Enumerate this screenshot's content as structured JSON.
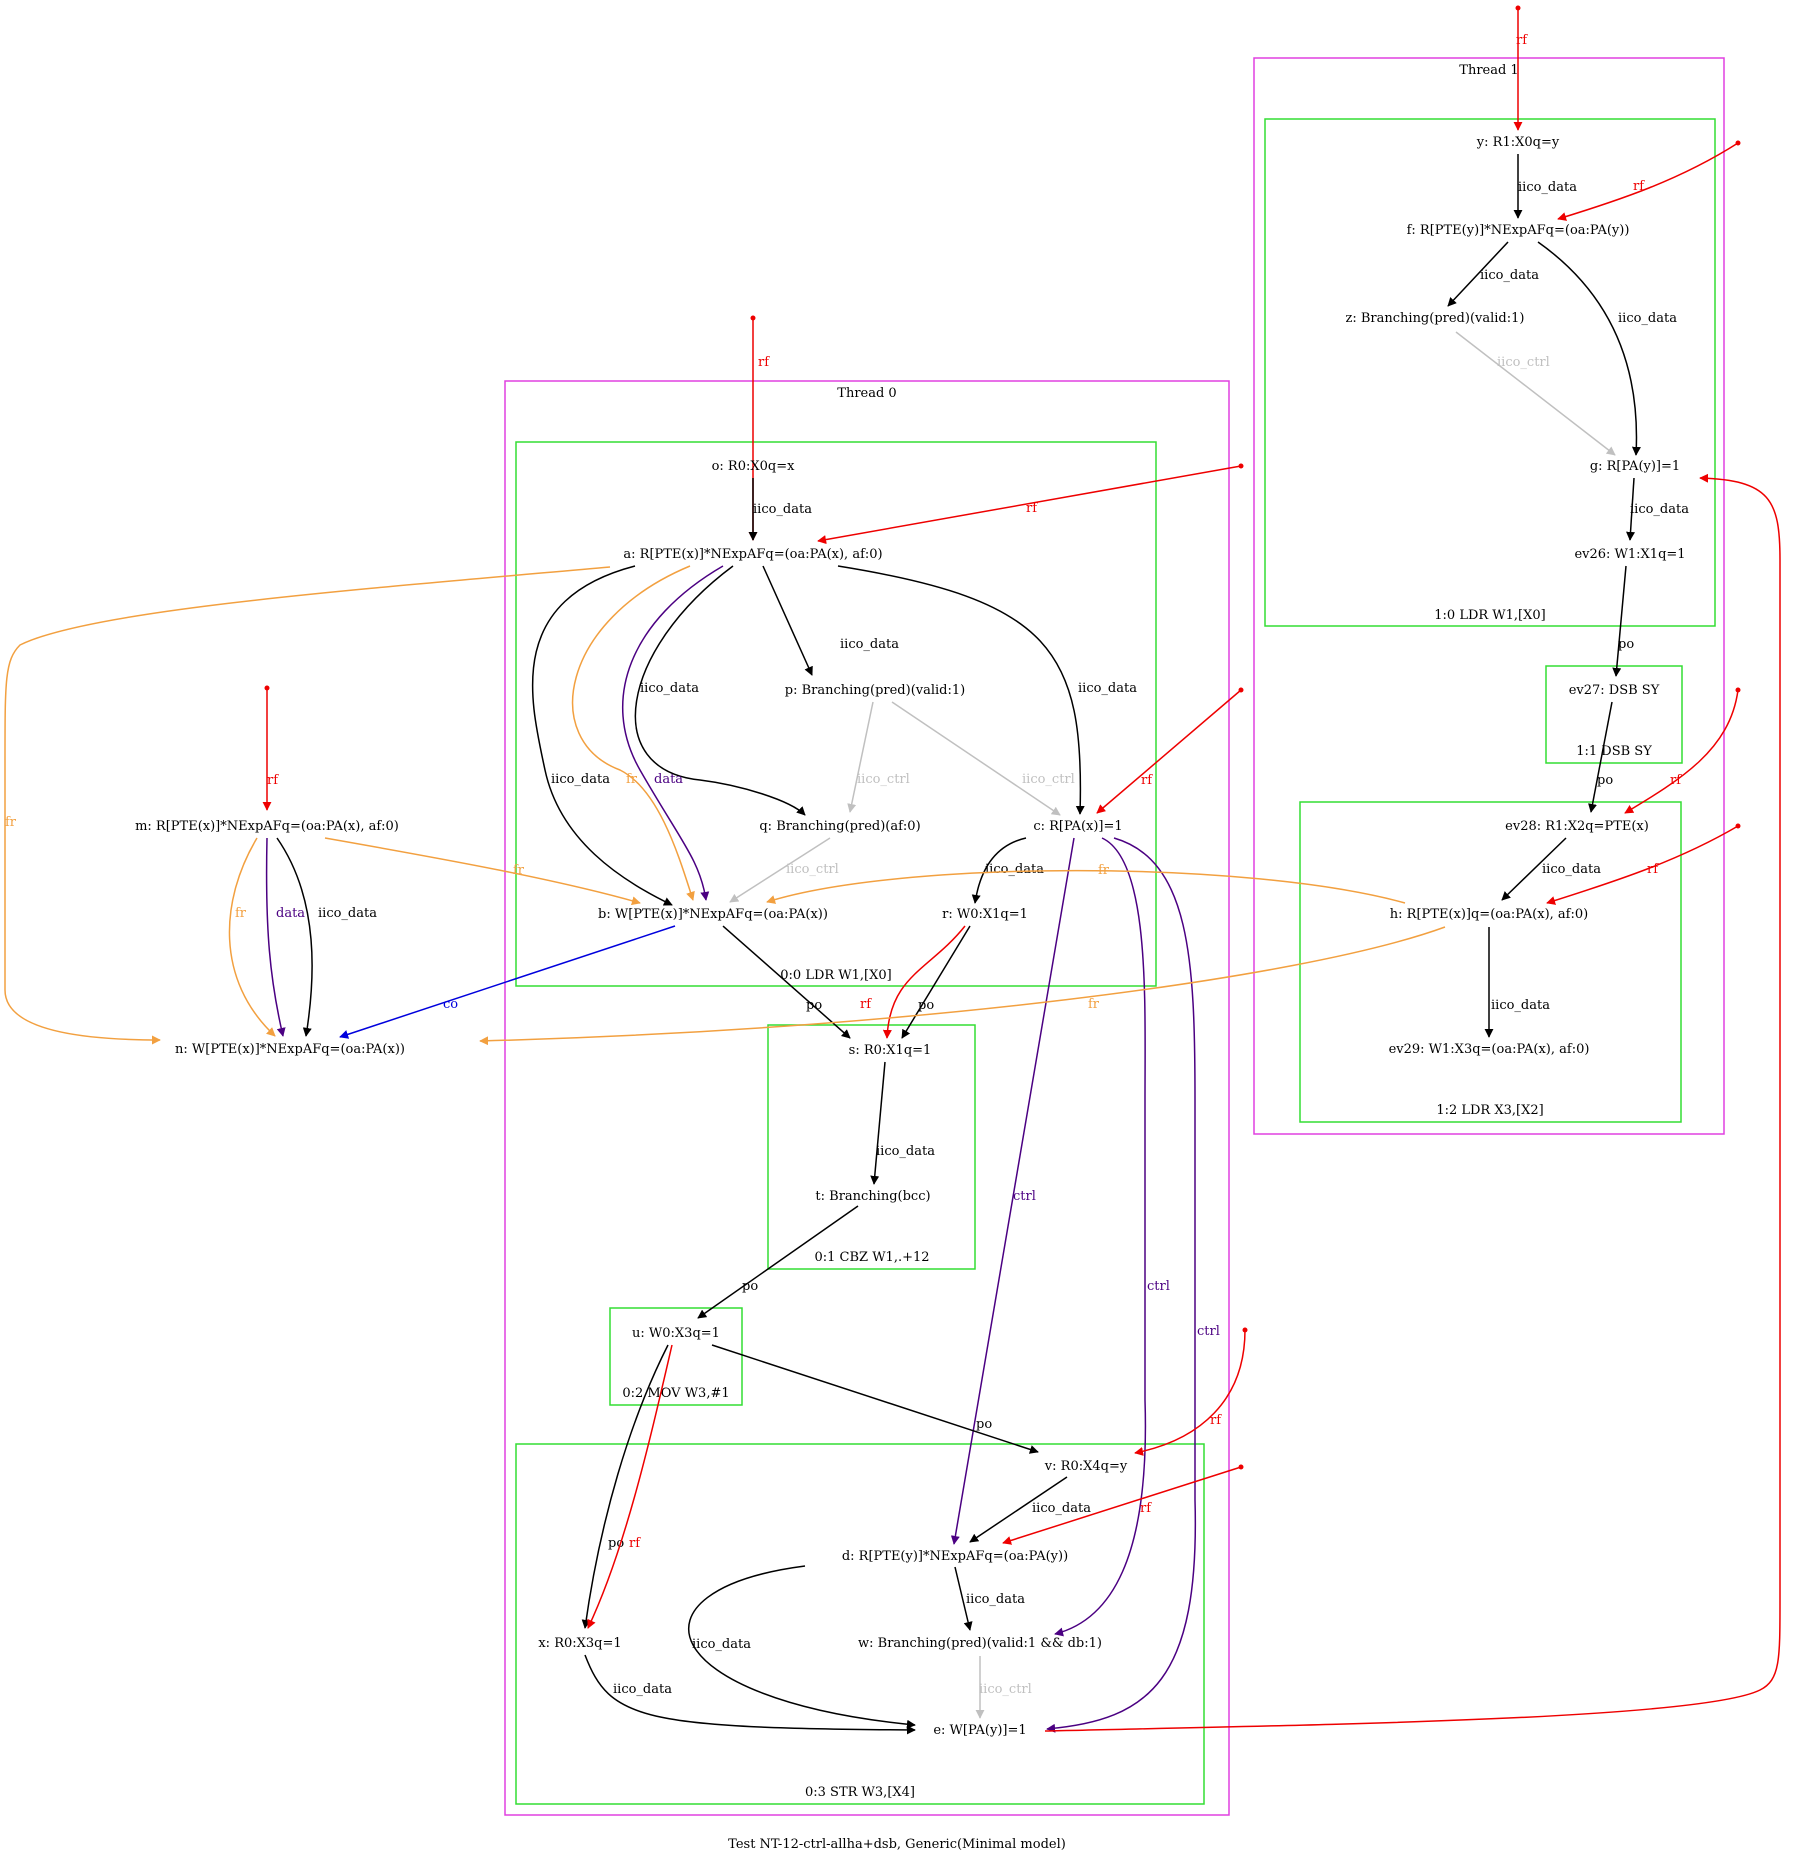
{
  "caption": "Test NT-12-ctrl-allha+dsb, Generic(Minimal model)",
  "colors": {
    "thread_cluster": "#e040e0",
    "instr_cluster": "#33dd33",
    "iico_data": "#000000",
    "po": "#000000",
    "iico_ctrl": "#c0c0c0",
    "rf": "#ee0000",
    "fr": "#f2a040",
    "co": "#0000dd",
    "data": "#4b0082",
    "ctrl": "#4b0082"
  },
  "clusters": [
    {
      "id": "T0",
      "kind": "thread",
      "label": "Thread 0"
    },
    {
      "id": "T1",
      "kind": "thread",
      "label": "Thread 1"
    },
    {
      "id": "I00",
      "kind": "instr",
      "label": "0:0 LDR W1,[X0]"
    },
    {
      "id": "I01",
      "kind": "instr",
      "label": "0:1 CBZ W1,.+12"
    },
    {
      "id": "I02",
      "kind": "instr",
      "label": "0:2 MOV W3,#1"
    },
    {
      "id": "I03",
      "kind": "instr",
      "label": "0:3 STR W3,[X4]"
    },
    {
      "id": "I10",
      "kind": "instr",
      "label": "1:0 LDR W1,[X0]"
    },
    {
      "id": "I11",
      "kind": "instr",
      "label": "1:1 DSB SY"
    },
    {
      "id": "I12",
      "kind": "instr",
      "label": "1:2 LDR X3,[X2]"
    }
  ],
  "nodes": [
    {
      "id": "o",
      "label": "o: R0:X0q=x"
    },
    {
      "id": "a",
      "label": "a: R[PTE(x)]*NExpAFq=(oa:PA(x), af:0)"
    },
    {
      "id": "p",
      "label": "p: Branching(pred)(valid:1)"
    },
    {
      "id": "q",
      "label": "q: Branching(pred)(af:0)"
    },
    {
      "id": "c",
      "label": "c: R[PA(x)]=1"
    },
    {
      "id": "b",
      "label": "b: W[PTE(x)]*NExpAFq=(oa:PA(x))"
    },
    {
      "id": "r",
      "label": "r: W0:X1q=1"
    },
    {
      "id": "m",
      "label": "m: R[PTE(x)]*NExpAFq=(oa:PA(x), af:0)"
    },
    {
      "id": "n",
      "label": "n: W[PTE(x)]*NExpAFq=(oa:PA(x))"
    },
    {
      "id": "s",
      "label": "s: R0:X1q=1"
    },
    {
      "id": "t",
      "label": "t: Branching(bcc)"
    },
    {
      "id": "u",
      "label": "u: W0:X3q=1"
    },
    {
      "id": "v",
      "label": "v: R0:X4q=y"
    },
    {
      "id": "d",
      "label": "d: R[PTE(y)]*NExpAFq=(oa:PA(y))"
    },
    {
      "id": "x",
      "label": "x: R0:X3q=1"
    },
    {
      "id": "w",
      "label": "w: Branching(pred)(valid:1 && db:1)"
    },
    {
      "id": "e",
      "label": "e: W[PA(y)]=1"
    },
    {
      "id": "y",
      "label": "y: R1:X0q=y"
    },
    {
      "id": "f",
      "label": "f: R[PTE(y)]*NExpAFq=(oa:PA(y))"
    },
    {
      "id": "z",
      "label": "z: Branching(pred)(valid:1)"
    },
    {
      "id": "g",
      "label": "g: R[PA(y)]=1"
    },
    {
      "id": "ev26",
      "label": "ev26: W1:X1q=1"
    },
    {
      "id": "ev27",
      "label": "ev27: DSB SY"
    },
    {
      "id": "ev28",
      "label": "ev28: R1:X2q=PTE(x)"
    },
    {
      "id": "h",
      "label": "h: R[PTE(x)]q=(oa:PA(x), af:0)"
    },
    {
      "id": "ev29",
      "label": "ev29: W1:X3q=(oa:PA(x), af:0)"
    }
  ],
  "edges": [
    {
      "id": "e1",
      "type": "rf",
      "label": "rf"
    },
    {
      "id": "e2",
      "type": "iico_data",
      "label": "iico_data"
    },
    {
      "id": "e3",
      "type": "rf",
      "label": "rf"
    },
    {
      "id": "e4",
      "type": "iico_data",
      "label": "iico_data"
    },
    {
      "id": "e5",
      "type": "iico_data",
      "label": "iico_data"
    },
    {
      "id": "e6",
      "type": "iico_data",
      "label": "iico_data"
    },
    {
      "id": "e7",
      "type": "fr",
      "label": "fr"
    },
    {
      "id": "e8",
      "type": "data",
      "label": "data"
    },
    {
      "id": "e9",
      "type": "iico_data",
      "label": "iico_data"
    },
    {
      "id": "e10",
      "type": "fr",
      "label": "fr"
    },
    {
      "id": "e11",
      "type": "iico_ctrl",
      "label": "iico_ctrl"
    },
    {
      "id": "e12",
      "type": "iico_ctrl",
      "label": "iico_ctrl"
    },
    {
      "id": "e13",
      "type": "iico_ctrl",
      "label": "iico_ctrl"
    },
    {
      "id": "e14",
      "type": "rf",
      "label": "rf"
    },
    {
      "id": "e15",
      "type": "iico_data",
      "label": "iico_data"
    },
    {
      "id": "e16",
      "type": "ctrl",
      "label": "ctrl"
    },
    {
      "id": "e17",
      "type": "ctrl",
      "label": "ctrl"
    },
    {
      "id": "e18",
      "type": "ctrl",
      "label": "ctrl"
    },
    {
      "id": "e19",
      "type": "rf",
      "label": "rf"
    },
    {
      "id": "e20",
      "type": "fr",
      "label": "fr"
    },
    {
      "id": "e21",
      "type": "data",
      "label": "data"
    },
    {
      "id": "e22",
      "type": "iico_data",
      "label": "iico_data"
    },
    {
      "id": "e23",
      "type": "fr",
      "label": "fr"
    },
    {
      "id": "e24",
      "type": "co",
      "label": "co"
    },
    {
      "id": "e25",
      "type": "po",
      "label": "po"
    },
    {
      "id": "e26",
      "type": "rf",
      "label": "rf"
    },
    {
      "id": "e27",
      "type": "po",
      "label": "po"
    },
    {
      "id": "e28",
      "type": "iico_data",
      "label": "iico_data"
    },
    {
      "id": "e29",
      "type": "po",
      "label": "po"
    },
    {
      "id": "e30",
      "type": "po",
      "label": "po"
    },
    {
      "id": "e31",
      "type": "po",
      "label": "po"
    },
    {
      "id": "e32",
      "type": "rf",
      "label": "rf"
    },
    {
      "id": "e33",
      "type": "rf",
      "label": "rf"
    },
    {
      "id": "e34",
      "type": "iico_data",
      "label": "iico_data"
    },
    {
      "id": "e35",
      "type": "rf",
      "label": "rf"
    },
    {
      "id": "e36",
      "type": "iico_data",
      "label": "iico_data"
    },
    {
      "id": "e37",
      "type": "iico_data",
      "label": "iico_data"
    },
    {
      "id": "e38",
      "type": "iico_data",
      "label": "iico_data"
    },
    {
      "id": "e39",
      "type": "iico_ctrl",
      "label": "iico_ctrl"
    },
    {
      "id": "e40",
      "type": "rf",
      "label": "rf"
    },
    {
      "id": "e41",
      "type": "iico_data",
      "label": "iico_data"
    },
    {
      "id": "e42",
      "type": "rf",
      "label": "rf"
    },
    {
      "id": "e43",
      "type": "iico_data",
      "label": "iico_data"
    },
    {
      "id": "e44",
      "type": "iico_data",
      "label": "iico_data"
    },
    {
      "id": "e45",
      "type": "iico_ctrl",
      "label": "iico_ctrl"
    },
    {
      "id": "e46",
      "type": "iico_data",
      "label": "iico_data"
    },
    {
      "id": "e47",
      "type": "po",
      "label": "po"
    },
    {
      "id": "e48",
      "type": "po",
      "label": "po"
    },
    {
      "id": "e49",
      "type": "rf",
      "label": "rf"
    },
    {
      "id": "e50",
      "type": "iico_data",
      "label": "iico_data"
    },
    {
      "id": "e51",
      "type": "rf",
      "label": "rf"
    },
    {
      "id": "e52",
      "type": "fr",
      "label": "fr"
    },
    {
      "id": "e53",
      "type": "fr",
      "label": "fr"
    },
    {
      "id": "e54",
      "type": "iico_data",
      "label": "iico_data"
    }
  ]
}
